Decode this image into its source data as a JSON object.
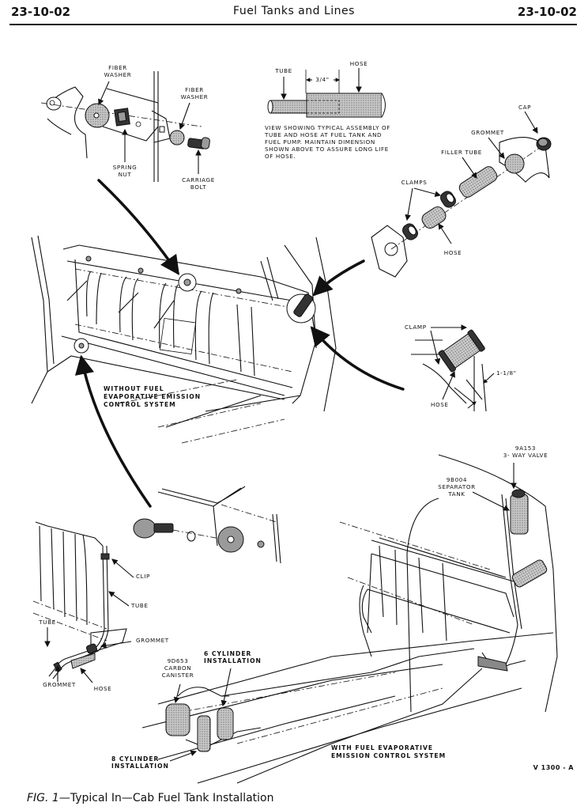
{
  "header": {
    "section_left": "23-10-02",
    "title": "Fuel Tanks and Lines",
    "section_right": "23-10-02"
  },
  "detail_mount": {
    "fiber_washer_1": [
      "FIBER",
      "WASHER"
    ],
    "fiber_washer_2": [
      "FIBER",
      "WASHER"
    ],
    "spring_nut": [
      "SPRING",
      "NUT"
    ],
    "carriage_bolt": [
      "CARRIAGE",
      "BOLT"
    ]
  },
  "detail_hose": {
    "tube": "TUBE",
    "hose": "HOSE",
    "dimension": "3/4\"",
    "note": [
      "VIEW SHOWING TYPICAL ASSEMBLY OF",
      "TUBE AND HOSE AT FUEL TANK AND",
      "FUEL PUMP. MAINTAIN DIMENSION",
      "SHOWN ABOVE TO ASSURE LONG LIFE",
      "OF HOSE."
    ]
  },
  "detail_filler": {
    "cap": "CAP",
    "grommet": "GROMMET",
    "filler_tube": "FILLER TUBE",
    "clamps": "CLAMPS",
    "hose": "HOSE"
  },
  "detail_clamp": {
    "clamp": "CLAMP",
    "dimension": "1-1/8\"",
    "hose": "HOSE"
  },
  "main_view": {
    "without_system": [
      "WITHOUT FUEL",
      "EVAPORATIVE EMISSION",
      "CONTROL SYSTEM"
    ]
  },
  "detail_tank_lines": {
    "clip": "CLIP",
    "tube_right": "TUBE",
    "grommet_right": "GROMMET",
    "tube_left": "TUBE",
    "grommet_left": "GROMMET",
    "hose": "HOSE"
  },
  "emission_view": {
    "valve": [
      "9A153",
      "3- WAY VALVE"
    ],
    "separator": [
      "9B004",
      "SEPARATOR",
      "TANK"
    ],
    "canister": [
      "9D653",
      "CARBON",
      "CANISTER"
    ],
    "six_cyl": [
      "6 CYLINDER",
      "INSTALLATION"
    ],
    "eight_cyl": [
      "8 CYLINDER",
      "INSTALLATION"
    ],
    "with_system": [
      "WITH FUEL EVAPORATIVE",
      "EMISSION CONTROL SYSTEM"
    ]
  },
  "reference_code": "V 1300 - A",
  "caption": {
    "fig": "FIG. 1",
    "text": "—Typical In—Cab Fuel Tank Installation"
  }
}
